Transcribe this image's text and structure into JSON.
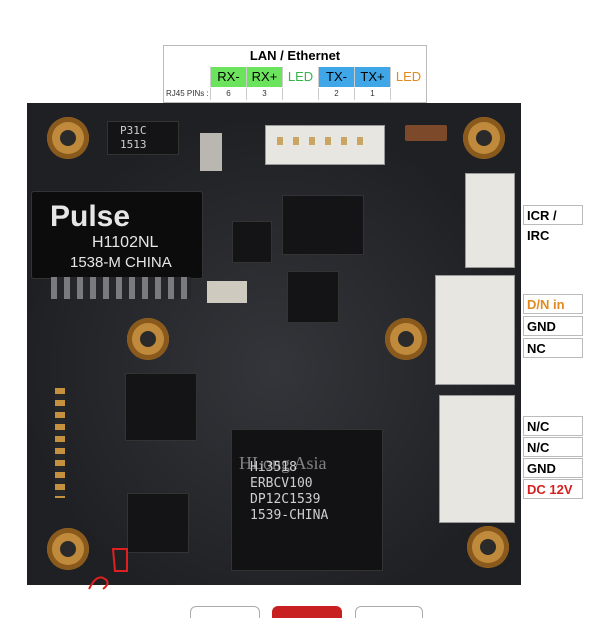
{
  "lan_table": {
    "title": "LAN / Ethernet",
    "pins_label": "RJ45 PINs :",
    "columns": [
      {
        "label": "RX-",
        "pin": "6",
        "bg": "#6ce35c",
        "color": "#000000"
      },
      {
        "label": "RX+",
        "pin": "3",
        "bg": "#6ce35c",
        "color": "#000000"
      },
      {
        "label": "LED",
        "pin": "",
        "bg": "#ffffff",
        "color": "#35b54a"
      },
      {
        "label": "TX-",
        "pin": "2",
        "bg": "#3fa7e8",
        "color": "#000000"
      },
      {
        "label": "TX+",
        "pin": "1",
        "bg": "#3fa7e8",
        "color": "#000000"
      },
      {
        "label": "LED",
        "pin": "",
        "bg": "#ffffff",
        "color": "#e28a20"
      }
    ]
  },
  "right_labels": {
    "icr": "ICR / IRC",
    "dn_in": "D/N in",
    "gnd_1": "GND",
    "nc": "NC",
    "n_c_1": "N/C",
    "n_c_2": "N/C",
    "gnd_2": "GND",
    "dc12v": "DC 12V"
  },
  "label_colors": {
    "dn_in": "#e28a20",
    "dc12v": "#d62020",
    "default": "#000000"
  },
  "board": {
    "transformer_brand": "Pulse",
    "transformer_model": "H1102NL",
    "transformer_line3": "1538-M CHINA",
    "soc_lines": [
      "Hi3518",
      "ERBCV100",
      "DP12C1539",
      "1539-CHINA"
    ],
    "watermark": "HLong Asia",
    "top_chip_lines": [
      "P31C",
      "1513"
    ]
  }
}
